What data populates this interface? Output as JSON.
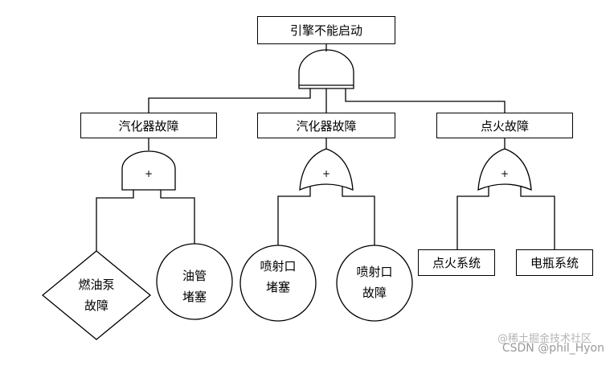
{
  "top_event": "引擎不能启动",
  "level1": [
    {
      "label": "汽化器故障",
      "gate": "+"
    },
    {
      "label": "汽化器故障",
      "gate": "+"
    },
    {
      "label": "点火故障",
      "gate": "+"
    }
  ],
  "basic": {
    "fuel_pump": [
      "燃油泵",
      "故障"
    ],
    "oil_pipe": [
      "油管",
      "堵塞"
    ],
    "nozzle_block": [
      "喷射口",
      "堵塞"
    ],
    "nozzle_fault": [
      "喷射口",
      "故障"
    ],
    "ignition_system": "点火系统",
    "battery_system": "电瓶系统"
  },
  "watermark": {
    "line1": "@稀土掘金技术社区",
    "line2": "CSDN @phil_Hyon"
  }
}
